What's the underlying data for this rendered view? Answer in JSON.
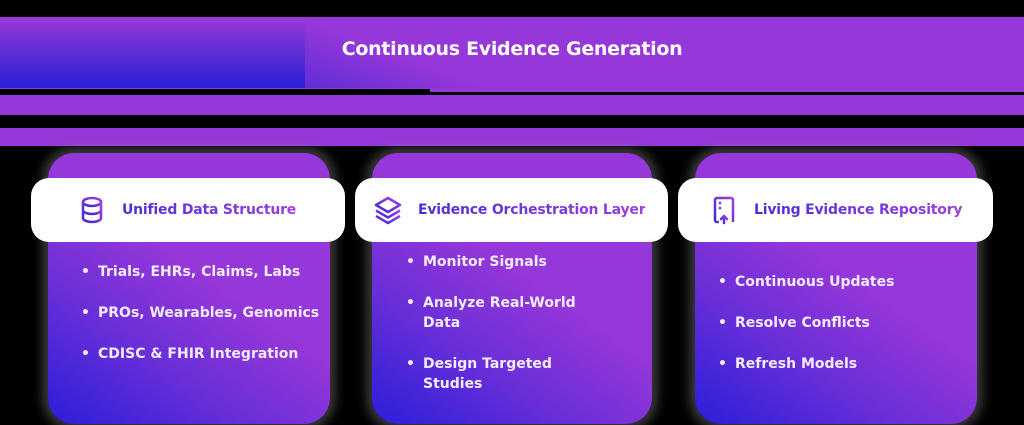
{
  "header": {
    "title": "Continuous Evidence Generation"
  },
  "colors": {
    "primary_purple": "#9637d9",
    "deep_blue": "#2a1fd8",
    "card_header_bg": "#ffffff",
    "text_light": "#f3ecff"
  },
  "cards": [
    {
      "icon": "database-icon",
      "title": "Unified Data Structure",
      "items": [
        "Trials, EHRs, Claims, Labs",
        "PROs, Wearables, Genomics",
        "CDISC & FHIR Integration"
      ]
    },
    {
      "icon": "layers-icon",
      "title": "Evidence Orchestration Layer",
      "items": [
        "Monitor Signals",
        "Analyze Real-World Data",
        "Design Targeted Studies"
      ]
    },
    {
      "icon": "repository-upload-icon",
      "title": "Living Evidence Repository",
      "items": [
        "Continuous Updates",
        "Resolve Conflicts",
        "Refresh Models"
      ]
    }
  ]
}
